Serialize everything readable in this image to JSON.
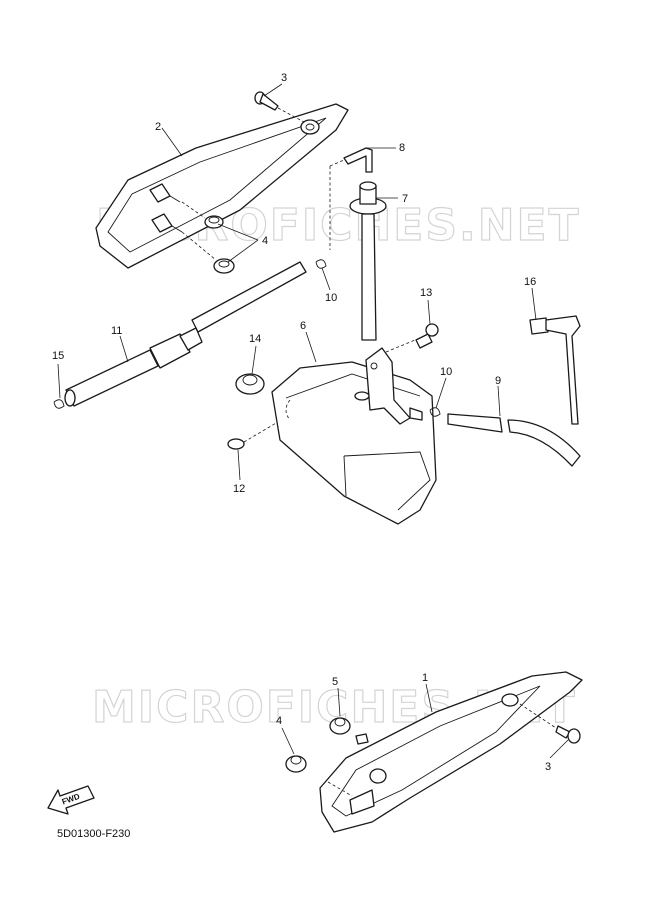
{
  "watermark": "MICROFICHES.NET",
  "diagram_code": "5D01300-F230",
  "fwd_label": "FWD",
  "callouts": {
    "c1": "1",
    "c2": "2",
    "c3_top": "3",
    "c3_bottom": "3",
    "c4_top": "4",
    "c4_bottom": "4",
    "c5": "5",
    "c6": "6",
    "c7": "7",
    "c8": "8",
    "c9": "9",
    "c10_left": "10",
    "c10_right": "10",
    "c11": "11",
    "c12": "12",
    "c13": "13",
    "c14": "14",
    "c15": "15",
    "c16": "16"
  }
}
